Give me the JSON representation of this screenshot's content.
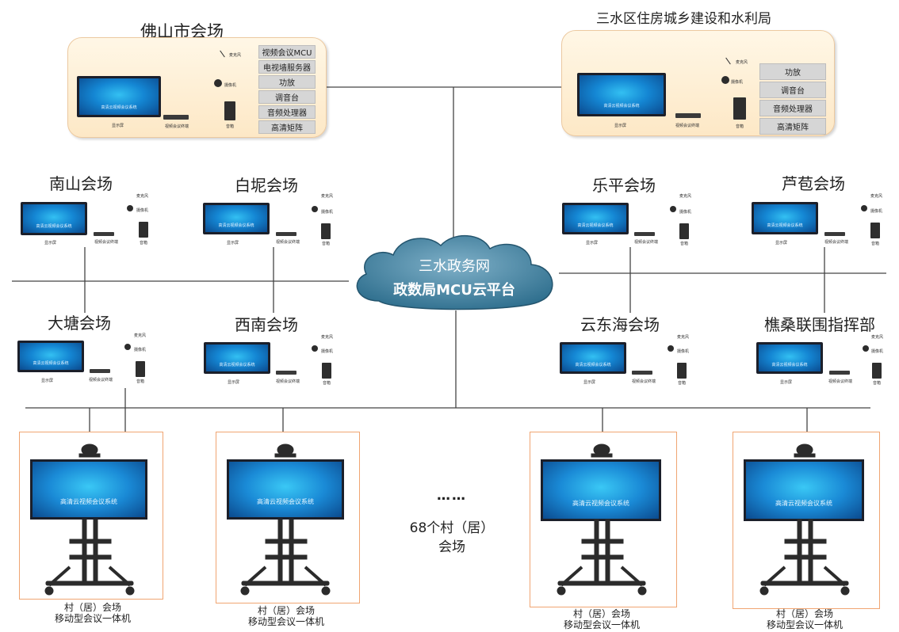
{
  "hub": {
    "line1": "三水政务网",
    "line2": "政数局MCU云平台"
  },
  "venues": {
    "foshan": {
      "title": "佛山市会场"
    },
    "sanshui": {
      "title": "三水区住房城乡建设和水利局"
    },
    "nanshan": {
      "title": "南山会场"
    },
    "baini": {
      "title": "白坭会场"
    },
    "leping": {
      "title": "乐平会场"
    },
    "lubao": {
      "title": "芦苞会场"
    },
    "datang": {
      "title": "大塘会场"
    },
    "xinan": {
      "title": "西南会场"
    },
    "yundonghai": {
      "title": "云东海会场"
    },
    "qiaosang": {
      "title": "樵桑联围指挥部"
    }
  },
  "equipment": {
    "foshan": [
      "视频会议MCU",
      "电视墙服务器",
      "功放",
      "调音台",
      "音频处理器",
      "高清矩阵"
    ],
    "sanshui": [
      "功放",
      "调音台",
      "音频处理器",
      "高清矩阵"
    ]
  },
  "device_labels": {
    "mic": "麦克风",
    "camera": "摄像机",
    "display": "显示屏",
    "codec": "视频会议终端",
    "speaker": "音箱",
    "screen_caption": "高清云视频会议系统"
  },
  "villages": {
    "caption_line1": "村（居）会场",
    "caption_line2": "移动型会议一体机",
    "ellipsis": "……",
    "count_line1": "68个村（居）",
    "count_line2": "会场"
  }
}
